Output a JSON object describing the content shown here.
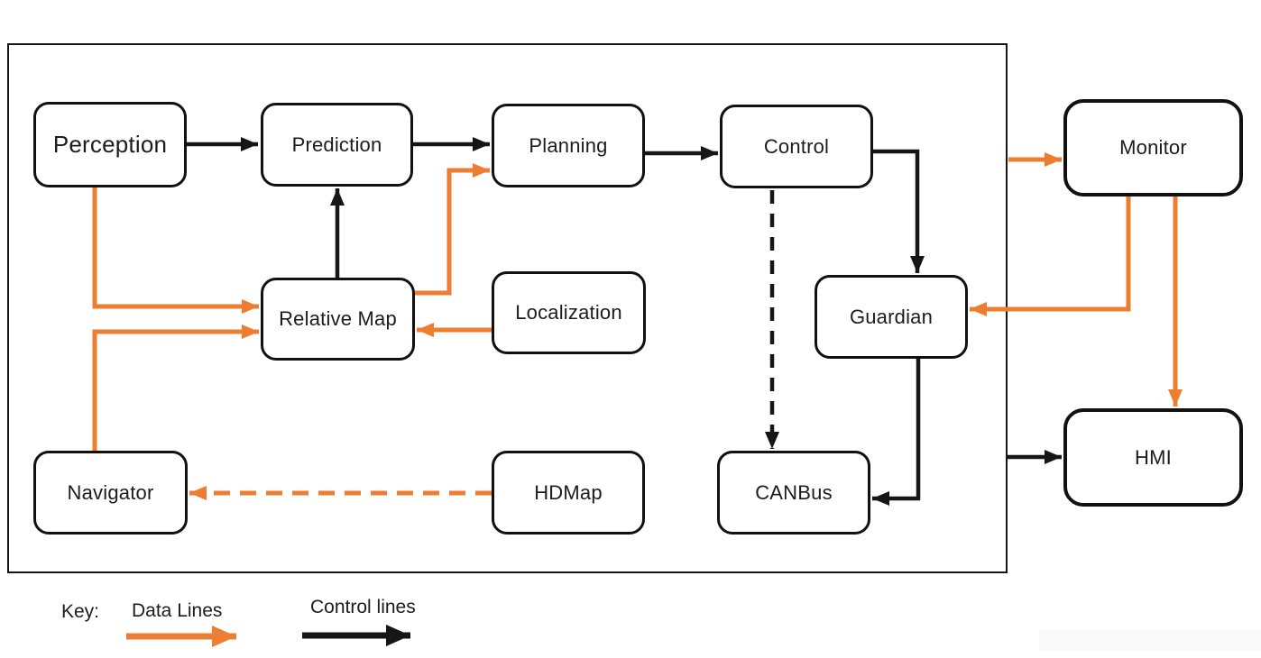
{
  "diagram": {
    "description": "Autonomous driving software architecture block diagram",
    "colors": {
      "data_line": "#ED7D31",
      "control_line": "#161616",
      "box_border": "#111111",
      "background": "#ffffff"
    },
    "nodes": {
      "perception": {
        "label": "Perception"
      },
      "prediction": {
        "label": "Prediction"
      },
      "planning": {
        "label": "Planning"
      },
      "control": {
        "label": "Control"
      },
      "relative_map": {
        "label": "Relative Map"
      },
      "localization": {
        "label": "Localization"
      },
      "guardian": {
        "label": "Guardian"
      },
      "navigator": {
        "label": "Navigator"
      },
      "hdmap": {
        "label": "HDMap"
      },
      "canbus": {
        "label": "CANBus"
      },
      "monitor": {
        "label": "Monitor"
      },
      "hmi": {
        "label": "HMI"
      }
    },
    "edges": [
      {
        "from": "perception",
        "to": "prediction",
        "type": "control",
        "style": "solid"
      },
      {
        "from": "prediction",
        "to": "planning",
        "type": "control",
        "style": "solid"
      },
      {
        "from": "planning",
        "to": "control",
        "type": "control",
        "style": "solid"
      },
      {
        "from": "control",
        "to": "guardian",
        "type": "control",
        "style": "solid"
      },
      {
        "from": "control",
        "to": "canbus",
        "type": "control",
        "style": "dashed"
      },
      {
        "from": "guardian",
        "to": "canbus",
        "type": "control",
        "style": "solid"
      },
      {
        "from": "relative_map",
        "to": "prediction",
        "type": "control",
        "style": "solid"
      },
      {
        "from": "system_frame",
        "to": "hmi",
        "type": "control",
        "style": "solid"
      },
      {
        "from": "perception",
        "to": "relative_map",
        "type": "data",
        "style": "solid"
      },
      {
        "from": "navigator",
        "to": "relative_map",
        "type": "data",
        "style": "solid"
      },
      {
        "from": "relative_map",
        "to": "planning",
        "type": "data",
        "style": "solid"
      },
      {
        "from": "localization",
        "to": "relative_map",
        "type": "data",
        "style": "solid"
      },
      {
        "from": "system_frame",
        "to": "monitor",
        "type": "data",
        "style": "solid"
      },
      {
        "from": "monitor",
        "to": "guardian",
        "type": "data",
        "style": "solid"
      },
      {
        "from": "monitor",
        "to": "hmi",
        "type": "data",
        "style": "solid"
      },
      {
        "from": "hdmap",
        "to": "navigator",
        "type": "data",
        "style": "dashed"
      }
    ],
    "key": {
      "label": "Key:",
      "data_lines_label": "Data Lines",
      "control_lines_label": "Control lines"
    }
  }
}
